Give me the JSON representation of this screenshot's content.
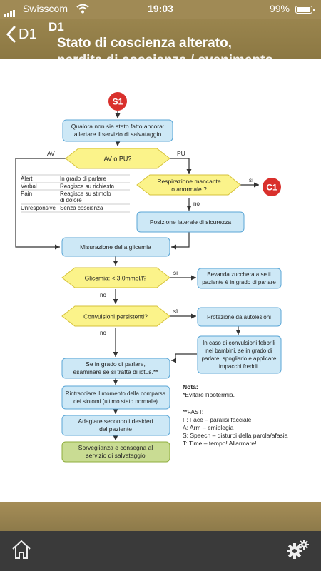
{
  "status": {
    "carrier": "Swisscom",
    "time": "19:03",
    "battery": "99%"
  },
  "nav": {
    "back_label": "D1",
    "code": "D1",
    "title": "Stato di coscienza alterato,",
    "title_line2": "perdita di coscienza / svenimento"
  },
  "flow": {
    "start": "S1",
    "alert_line1": "Qualora non sia stato fatto ancora:",
    "alert_line2": "allertare il servizio di salvataggio",
    "av_pu": "AV o PU?",
    "av": "AV",
    "pu": "PU",
    "avpu_table": [
      {
        "key": "A",
        "word": "lert",
        "desc": [
          "In grado di parlare"
        ]
      },
      {
        "key": "V",
        "word": "erbal",
        "desc": [
          "Reagisce su richiesta"
        ]
      },
      {
        "key": "P",
        "word": "ain",
        "desc": [
          "Reagisce su stimolo",
          "di dolore"
        ]
      },
      {
        "key": "U",
        "word": "nresponsive",
        "desc": [
          "Senza coscienza"
        ]
      }
    ],
    "resp_line1": "Respirazione mancante",
    "resp_line2": "o anormale ?",
    "si": "sì",
    "no": "no",
    "c1": "C1",
    "side_pos": "Posizione laterale di sicurezza",
    "glycemia_measure": "Misurazione della glicemia",
    "glycemia_q": "Glicemia: < 3.0mmol/l?",
    "sugar_line1": "Bevanda zuccherata se il",
    "sugar_line2": "paziente è in grado di parlare",
    "conv_q": "Convulsioni persistenti?",
    "protect": "Protezione da autolesioni",
    "febrile": [
      "In caso di convulsioni febbrili",
      "nei bambini, se in grado di",
      "parlare, spogliarlo e applicare",
      "impacchi freddi."
    ],
    "ictus": [
      "Se in grado di parlare,",
      "esaminare se si tratta di ictus.**"
    ],
    "onset": [
      "Rintracciare il momento della comparsa",
      "dei sintomi (ultimo stato normale)"
    ],
    "adapt": [
      "Adagiare secondo i desideri",
      "del paziente"
    ],
    "handover": [
      "Sorveglianza e consegna al",
      "servizio di salvataggio"
    ],
    "note_title": "Nota:",
    "note_line": "*Evitare l'ipotermia.",
    "fast_title": "**FAST:",
    "fast": [
      "F: Face – paralisi facciale",
      "A: Arm – emiplegia",
      "S: Speech – disturbi della parola/afasia",
      "T: Time – tempo! Allarmare!"
    ]
  },
  "colors": {
    "box": "#cde8f6",
    "box_border": "#5aa6d6",
    "diamond": "#fbf38a",
    "diamond_border": "#d6c23a",
    "red": "#d9302c",
    "green": "#c9dc93",
    "header": "#9a854e"
  },
  "icons": {
    "back": "chevron-left-icon",
    "home": "home-icon",
    "settings": "gear-icon"
  }
}
